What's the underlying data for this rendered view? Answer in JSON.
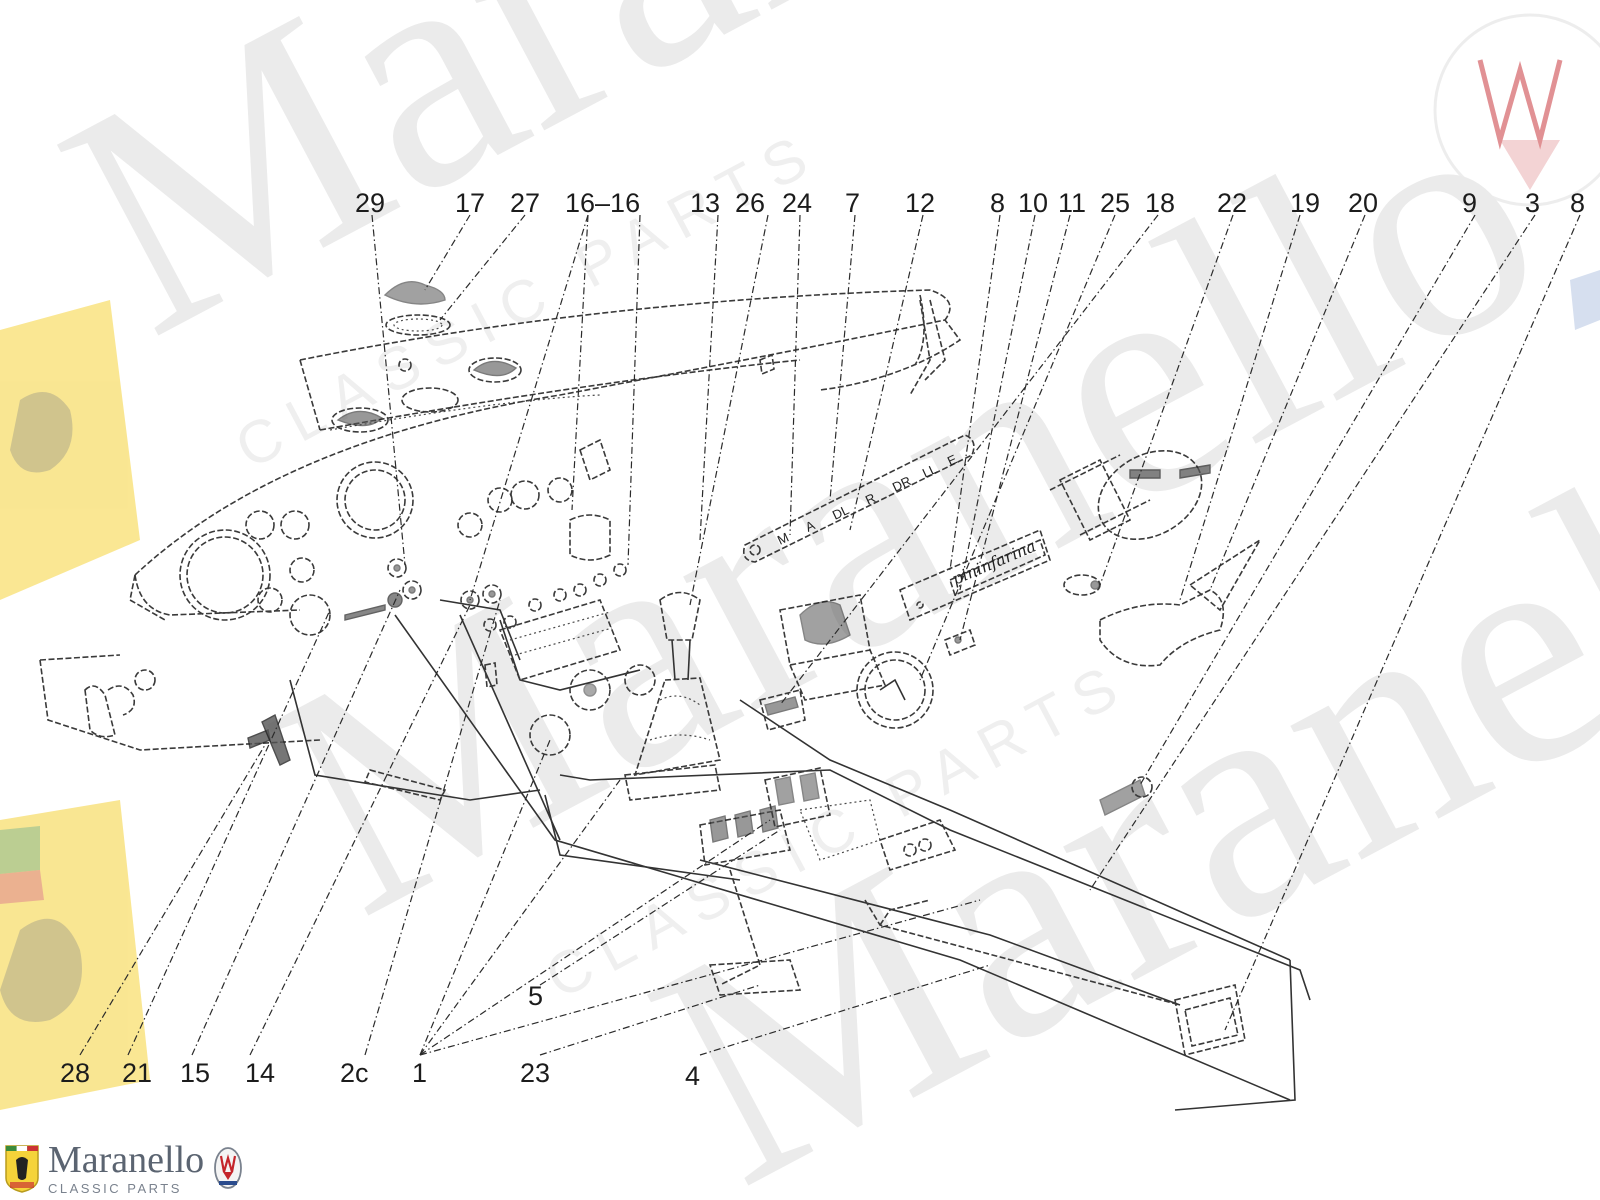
{
  "watermark": {
    "brand": "Maranello",
    "sub": "CLASSIC PARTS"
  },
  "footer": {
    "brand": "Maranello",
    "sub": "CLASSIC PARTS",
    "badges": [
      "ferrari-shield-icon",
      "maserati-trident-icon"
    ]
  },
  "callouts": {
    "top": [
      "29",
      "17",
      "27",
      "16–16",
      "13",
      "26",
      "24",
      "7",
      "12",
      "8",
      "10",
      "11",
      "25",
      "18",
      "22",
      "19",
      "20",
      "9",
      "3",
      "8"
    ],
    "bottom": [
      "28",
      "21",
      "15",
      "14",
      "2c",
      "1",
      "23",
      "4"
    ],
    "middle": [
      "5"
    ]
  },
  "gear_plate": {
    "letters": [
      "M",
      "A",
      "DL",
      "R",
      "DR",
      "LL",
      "E"
    ]
  },
  "badge_script": "pininfarina",
  "colors": {
    "ink": "#2b2b2b",
    "watermark": "#ebebeb",
    "ferrari_yellow": "#f5d33a",
    "maserati_red": "#c4252b",
    "footer_text": "#5b6471"
  }
}
